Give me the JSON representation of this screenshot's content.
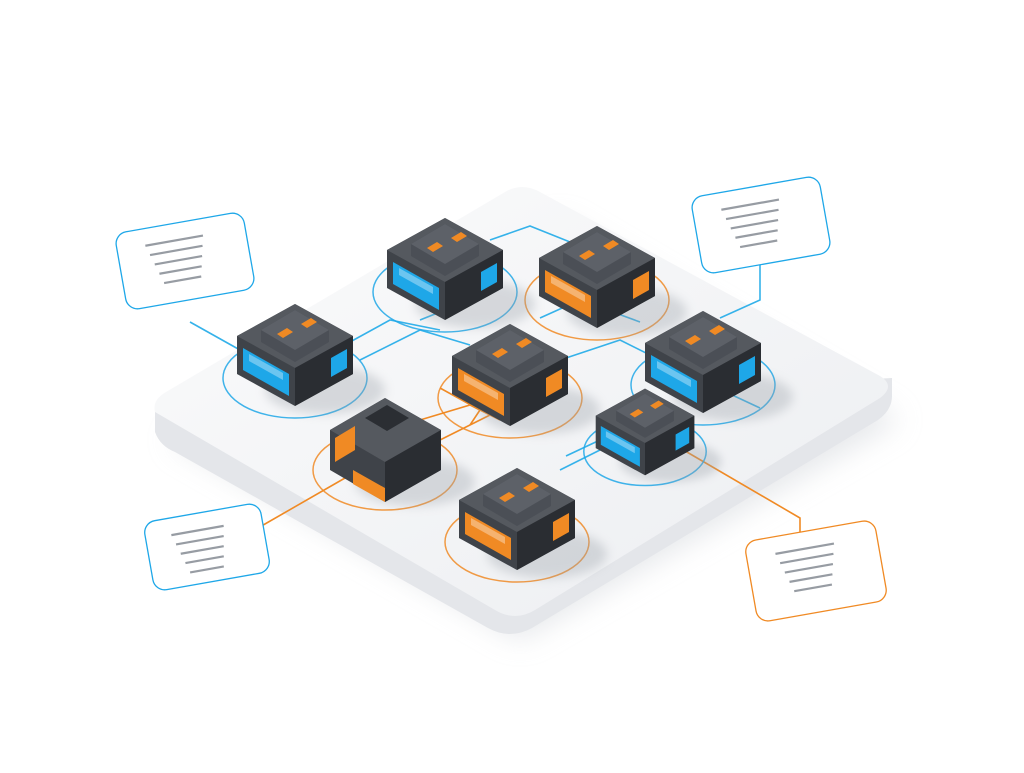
{
  "colors": {
    "background": "#ffffff",
    "platform_top": "#f4f5f7",
    "platform_side": "#e3e5e9",
    "battery_body": "#3f4349",
    "battery_dark": "#2a2d32",
    "battery_top": "#55595f",
    "accent_blue": "#1ea7e8",
    "accent_orange": "#f08a24",
    "line_blue": "#35b2ea",
    "line_orange": "#f08a24"
  },
  "batteries": [
    {
      "id": "battery-top-center",
      "accent": "blue"
    },
    {
      "id": "battery-top-right",
      "accent": "orange"
    },
    {
      "id": "battery-left",
      "accent": "blue"
    },
    {
      "id": "battery-center",
      "accent": "orange"
    },
    {
      "id": "battery-right",
      "accent": "blue"
    },
    {
      "id": "charger-left",
      "accent": "orange"
    },
    {
      "id": "battery-small-right",
      "accent": "blue"
    },
    {
      "id": "battery-bottom-center",
      "accent": "orange"
    }
  ],
  "callouts": [
    {
      "id": "callout-top-left",
      "accent": "blue"
    },
    {
      "id": "callout-top-right",
      "accent": "blue"
    },
    {
      "id": "callout-bottom-left",
      "accent": "blue"
    },
    {
      "id": "callout-bottom-right",
      "accent": "orange"
    }
  ],
  "icons": {
    "battery": "battery-pack-icon",
    "charger": "charger-dock-icon"
  }
}
